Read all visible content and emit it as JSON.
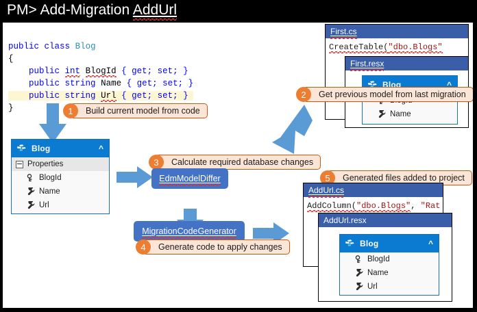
{
  "titlebar": {
    "prompt": "PM> Add-Migration ",
    "command": "AddUrl"
  },
  "code": {
    "lines": [
      "public class Blog",
      "{",
      "    public int BlogId { get; set; }",
      "    public string Name { get; set; }",
      "    public string Url { get; set; }",
      "}"
    ],
    "tokens": {
      "kw_public": "public",
      "kw_class": "class",
      "type_blog": "Blog",
      "brace_open": "{",
      "brace_close": "}",
      "kw_int": "int",
      "kw_string": "string",
      "name_blogid": "BlogId",
      "name_name": "Name",
      "name_url": "Url",
      "accessors": "{ get; set; }"
    }
  },
  "callouts": [
    {
      "number": "1",
      "text": "Build current model from code"
    },
    {
      "number": "2",
      "text": "Get previous model from last migration"
    },
    {
      "number": "3",
      "text": "Calculate required database changes"
    },
    {
      "number": "4",
      "text": "Generate code to apply changes"
    },
    {
      "number": "5",
      "text": "Generated files added to project"
    }
  ],
  "current_model": {
    "title": "Blog",
    "icon": "class-icon",
    "collapse_icon": "chevron-up-icon",
    "group_label": "Properties",
    "properties": [
      {
        "name": "BlogId",
        "icon": "key-icon"
      },
      {
        "name": "Name",
        "icon": "wrench-icon"
      },
      {
        "name": "Url",
        "icon": "wrench-icon"
      }
    ]
  },
  "first_cs": {
    "filename": "First.cs",
    "code_prefix": "CreateTable(",
    "code_string": "\"dbo.Blogs\""
  },
  "first_resx": {
    "filename": "First.resx",
    "entity": {
      "title": "Blog",
      "icon": "class-icon",
      "collapse_icon": "chevron-up-icon",
      "properties": [
        {
          "name": "BlogId",
          "icon": "key-icon"
        },
        {
          "name": "Name",
          "icon": "wrench-icon"
        }
      ]
    }
  },
  "addurl_cs": {
    "filename": "AddUrl.cs",
    "code_prefix": "AddColumn(",
    "code_string_1": "\"dbo.Blogs\"",
    "code_sep": ", ",
    "code_string_2": "\"Rat"
  },
  "addurl_resx": {
    "filename": "AddUrl.resx",
    "entity": {
      "title": "Blog",
      "icon": "class-icon",
      "collapse_icon": "chevron-up-icon",
      "properties": [
        {
          "name": "BlogId",
          "icon": "key-icon"
        },
        {
          "name": "Name",
          "icon": "wrench-icon"
        },
        {
          "name": "Url",
          "icon": "wrench-icon"
        }
      ]
    }
  },
  "processes": [
    {
      "label": "EdmModelDiffer"
    },
    {
      "label": "MigrationCodeGenerator"
    }
  ],
  "colors": {
    "title_bar": "#000000",
    "arrow_blue": "#5b9bd5",
    "process_blue": "#4472c4",
    "entity_header_blue": "#0b7ad1",
    "file_header_blue": "#3a5ea8",
    "callout_fill": "#fbe5d6",
    "callout_border": "#c55a11",
    "badge_orange": "#ed7d31",
    "code_keyword": "#0000ff",
    "code_type": "#2b91af",
    "code_string": "#a31515",
    "highlight_yellow": "#fdf6d3",
    "squiggle_red": "#e03030"
  }
}
